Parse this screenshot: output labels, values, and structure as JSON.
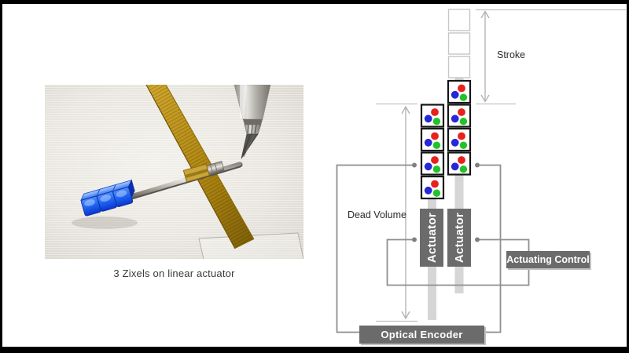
{
  "slide": {
    "frame_color": "#000000",
    "background": "#ffffff"
  },
  "photo_panel": {
    "caption": "3 Zixels on linear actuator",
    "zixel_color": "#1e63f0"
  },
  "diagram": {
    "labels": {
      "stroke": "Stroke",
      "dead_volume": "Dead Volume",
      "actuator_left": "Actuator",
      "actuator_right": "Actuator",
      "actuating_control": "Actuating Control",
      "optical_encoder": "Optical Encoder"
    },
    "colors": {
      "box_gray": "#6b6b6b",
      "rod_gray": "#d6d6d6",
      "connector_gray": "#8f8f8f",
      "reference_gray": "#c2c2c2",
      "arrow_gray": "#b0b0b0",
      "cell_border_black": "#151515",
      "empty_cell_border": "#c6c6c6",
      "dot_red": "#e8211d",
      "dot_blue": "#2727d8",
      "dot_green": "#22c32a"
    },
    "stacks": {
      "right_column": {
        "empty_cells": 3,
        "rgb_cells": 4
      },
      "left_column": {
        "rgb_cells": 4
      }
    }
  }
}
